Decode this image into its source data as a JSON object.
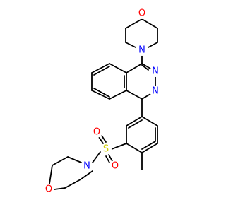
{
  "molecule": {
    "colors": {
      "carbon_bond": "#000000",
      "nitrogen": "#0000ff",
      "oxygen": "#ff0000",
      "sulfur": "#cccc00",
      "background": "#ffffff"
    },
    "atom_labels": [
      {
        "id": "o-morpholine-top",
        "text": "O",
        "element": "oxygen"
      },
      {
        "id": "n-morpholine-top",
        "text": "N",
        "element": "nitrogen"
      },
      {
        "id": "n-phthalazine-1",
        "text": "N",
        "element": "nitrogen"
      },
      {
        "id": "n-phthalazine-2",
        "text": "N",
        "element": "nitrogen"
      },
      {
        "id": "s-sulfonyl",
        "text": "S",
        "element": "sulfur"
      },
      {
        "id": "o-sulfonyl-top",
        "text": "O",
        "element": "oxygen"
      },
      {
        "id": "o-sulfonyl-bottom",
        "text": "O",
        "element": "oxygen"
      },
      {
        "id": "n-morpholine-bottom",
        "text": "N",
        "element": "nitrogen"
      },
      {
        "id": "o-morpholine-bottom",
        "text": "O",
        "element": "oxygen"
      }
    ]
  }
}
